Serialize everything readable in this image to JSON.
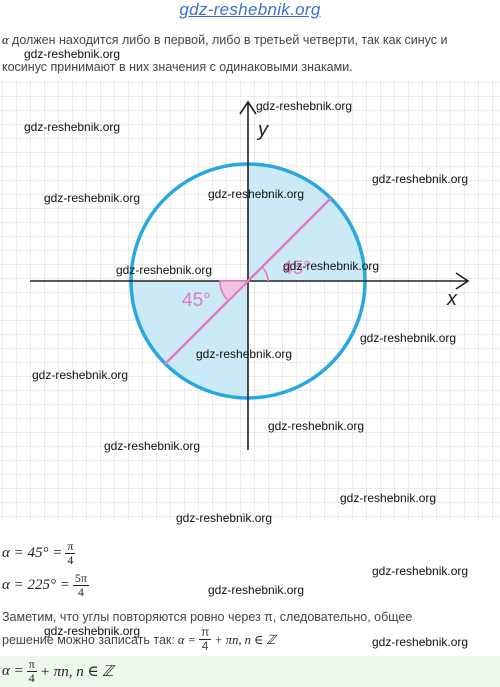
{
  "header": {
    "site": "gdz-reshebnik.org"
  },
  "intro": {
    "symbol": "α",
    "line1": " должен находится либо в первой, либо в третьей четверти, так как синус и",
    "line2": "косинус принимают в них значения с одинаковыми знаками."
  },
  "figure": {
    "y_label": "y",
    "x_label": "x",
    "angle_q1": "45°",
    "angle_q3": "45°",
    "colors": {
      "circle": "#29a8e0",
      "fill": "#cbe9f7",
      "line": "#e37bbf",
      "grid": "#d7d7d7",
      "axis": "#222222",
      "angle_text": "#e37bbf"
    }
  },
  "equations": {
    "eq1": {
      "lhs": "α = 45° =",
      "num": "π",
      "den": "4"
    },
    "eq2": {
      "lhs": "α = 225° =",
      "num": "5π",
      "den": "4"
    }
  },
  "conclusion": {
    "line1": "Заметим, что углы повторяются ровно через π, следовательно, общее",
    "line2_prefix": "решение можно записать так: ",
    "line2_math_lhs": "α =",
    "line2_num": "π",
    "line2_den": "4",
    "line2_math_rhs": "+ πn,  n ∈ ℤ"
  },
  "answer": {
    "lhs": "α =",
    "num": "π",
    "den": "4",
    "rhs": "+ πn,  n ∈ ℤ"
  },
  "watermarks": [
    "gdz-reshebnik.org",
    "gdz-reshebnik.org",
    "gdz-reshebnik.org",
    "gdz-reshebnik.org",
    "gdz-reshebnik.org",
    "gdz-reshebnik.org",
    "gdz-reshebnik.org",
    "gdz-reshebnik.org",
    "gdz-reshebnik.org",
    "gdz-reshebnik.org",
    "gdz-reshebnik.org",
    "gdz-reshebnik.org",
    "gdz-reshebnik.org",
    "gdz-reshebnik.org",
    "gdz-reshebnik.org",
    "gdz-reshebnik.org",
    "gdz-reshebnik.org",
    "gdz-reshebnik.org",
    "gdz-reshebnik.org",
    "gdz-reshebnik.org"
  ]
}
